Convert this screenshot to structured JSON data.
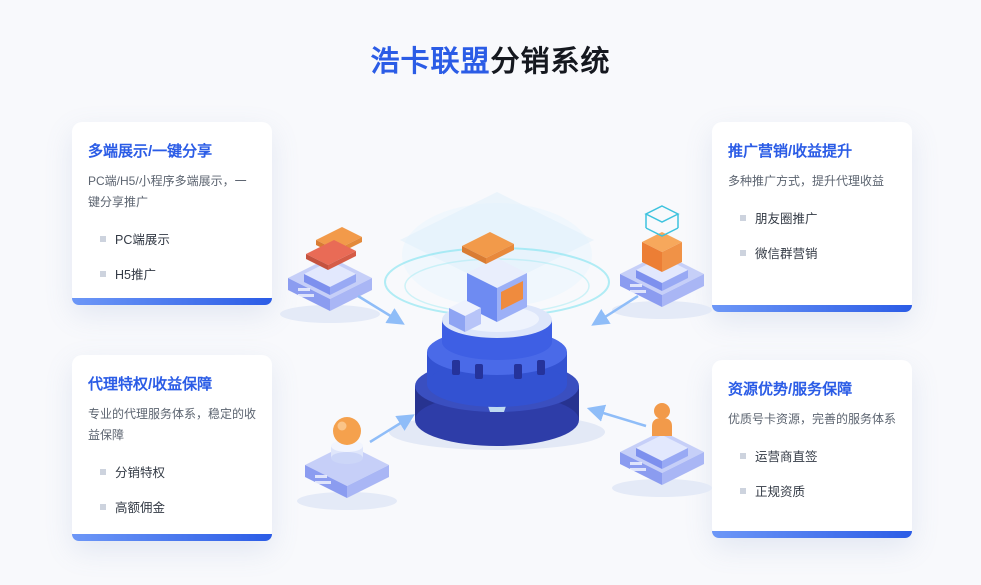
{
  "page": {
    "title_brand": "浩卡联盟",
    "title_suffix": "分销系统"
  },
  "cards": [
    {
      "title": "多端展示/一键分享",
      "desc": "PC端/H5/小程序多端展示，一键分享推广",
      "items": [
        "PC端展示",
        "H5推广"
      ]
    },
    {
      "title": "推广营销/收益提升",
      "desc": "多种推广方式，提升代理收益",
      "items": [
        "朋友圈推广",
        "微信群营销"
      ]
    },
    {
      "title": "代理特权/收益保障",
      "desc": "专业的代理服务体系，稳定的收益保障",
      "items": [
        "分销特权",
        "高额佣金"
      ]
    },
    {
      "title": "资源优势/服务保障",
      "desc": "优质号卡资源，完善的服务体系",
      "items": [
        "运营商直签",
        "正规资质"
      ]
    }
  ],
  "illustration": {
    "center_icon": "platform-tower-icon",
    "satellite_icons": [
      "cards-stack-icon",
      "cube-icon",
      "sphere-coin-icon",
      "person-icon"
    ]
  },
  "colors": {
    "accent": "#2b5ce6",
    "title_text": "#15181f",
    "desc_text": "#5c6470",
    "background": "#f8f9fc",
    "platform_blue": "#3352d2",
    "orange": "#f29a4a",
    "glow_cyan": "#74e2ee"
  }
}
